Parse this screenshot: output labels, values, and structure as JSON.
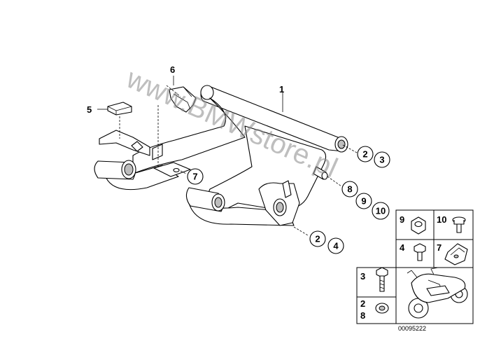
{
  "watermark": "www.BMWstore.pl",
  "part_labels": [
    {
      "id": "p1",
      "text": "1"
    },
    {
      "id": "p5",
      "text": "5"
    },
    {
      "id": "p6",
      "text": "6"
    }
  ],
  "callouts": {
    "c2a": "2",
    "c3": "3",
    "c7": "7",
    "c8": "8",
    "c9": "9",
    "c10": "10",
    "c2b": "2",
    "c4": "4"
  },
  "legend": {
    "cell_9": "9",
    "cell_10": "10",
    "cell_4": "4",
    "cell_7": "7",
    "cell_3": "3",
    "cell_2": "2",
    "cell_8": "8"
  },
  "diagram_code": "00095222",
  "colors": {
    "line": "#000000",
    "watermark": "#8a8a8a",
    "shade": "#bdbdbd"
  }
}
